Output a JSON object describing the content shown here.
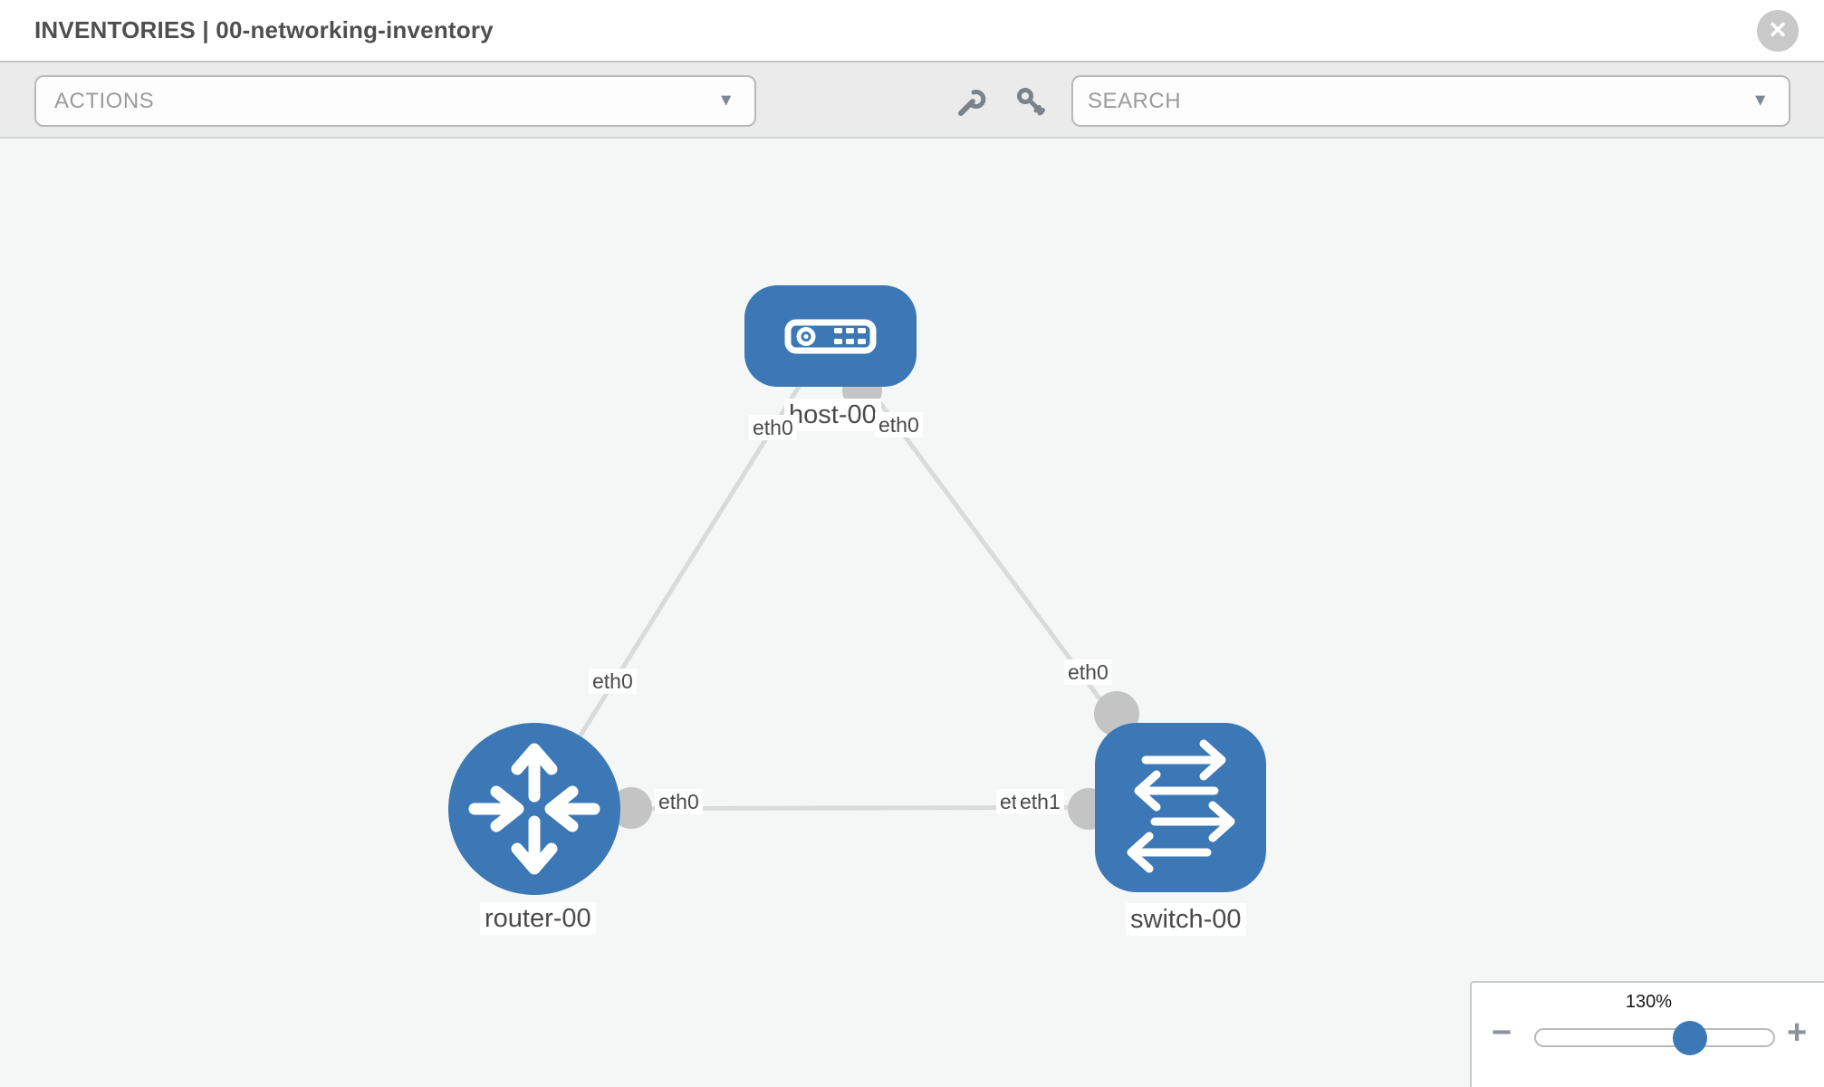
{
  "header": {
    "title": "INVENTORIES | 00-networking-inventory"
  },
  "toolbar": {
    "actions_label": "ACTIONS",
    "search_placeholder": "SEARCH"
  },
  "icons": {
    "close": "✕",
    "chevron_down": "▼",
    "minus": "−",
    "plus": "+",
    "wrench": "wrench-icon",
    "key": "key-icon"
  },
  "topology": {
    "nodes": [
      {
        "label": "host-00",
        "type": "host"
      },
      {
        "label": "router-00",
        "type": "router"
      },
      {
        "label": "switch-00",
        "type": "switch"
      }
    ],
    "links": [
      {
        "from": "host-00",
        "from_interface": "eth0",
        "to": "router-00",
        "to_interface": "eth0"
      },
      {
        "from": "host-00",
        "from_interface": "eth0",
        "to": "switch-00",
        "to_interface": "eth0"
      },
      {
        "from": "router-00",
        "from_interface": "eth0",
        "to": "switch-00",
        "to_interface": "eth1"
      }
    ],
    "interface_labels": {
      "host_near_router_link": "eth0",
      "host_near_switch_link": "eth0",
      "router_link_upper": "eth0",
      "switch_link_upper": "eth0",
      "router_right": "eth0",
      "switch_left_bottom": "eth0",
      "switch_left_top": "eth1"
    }
  },
  "zoom_control": {
    "percent": "130%"
  },
  "colors": {
    "node_blue": "#3b78b5",
    "link_gray": "#dadada",
    "connector_gray": "#c4c4c4",
    "toolbar_bg": "#ebebeb",
    "canvas_bg": "#f5f6f6"
  }
}
